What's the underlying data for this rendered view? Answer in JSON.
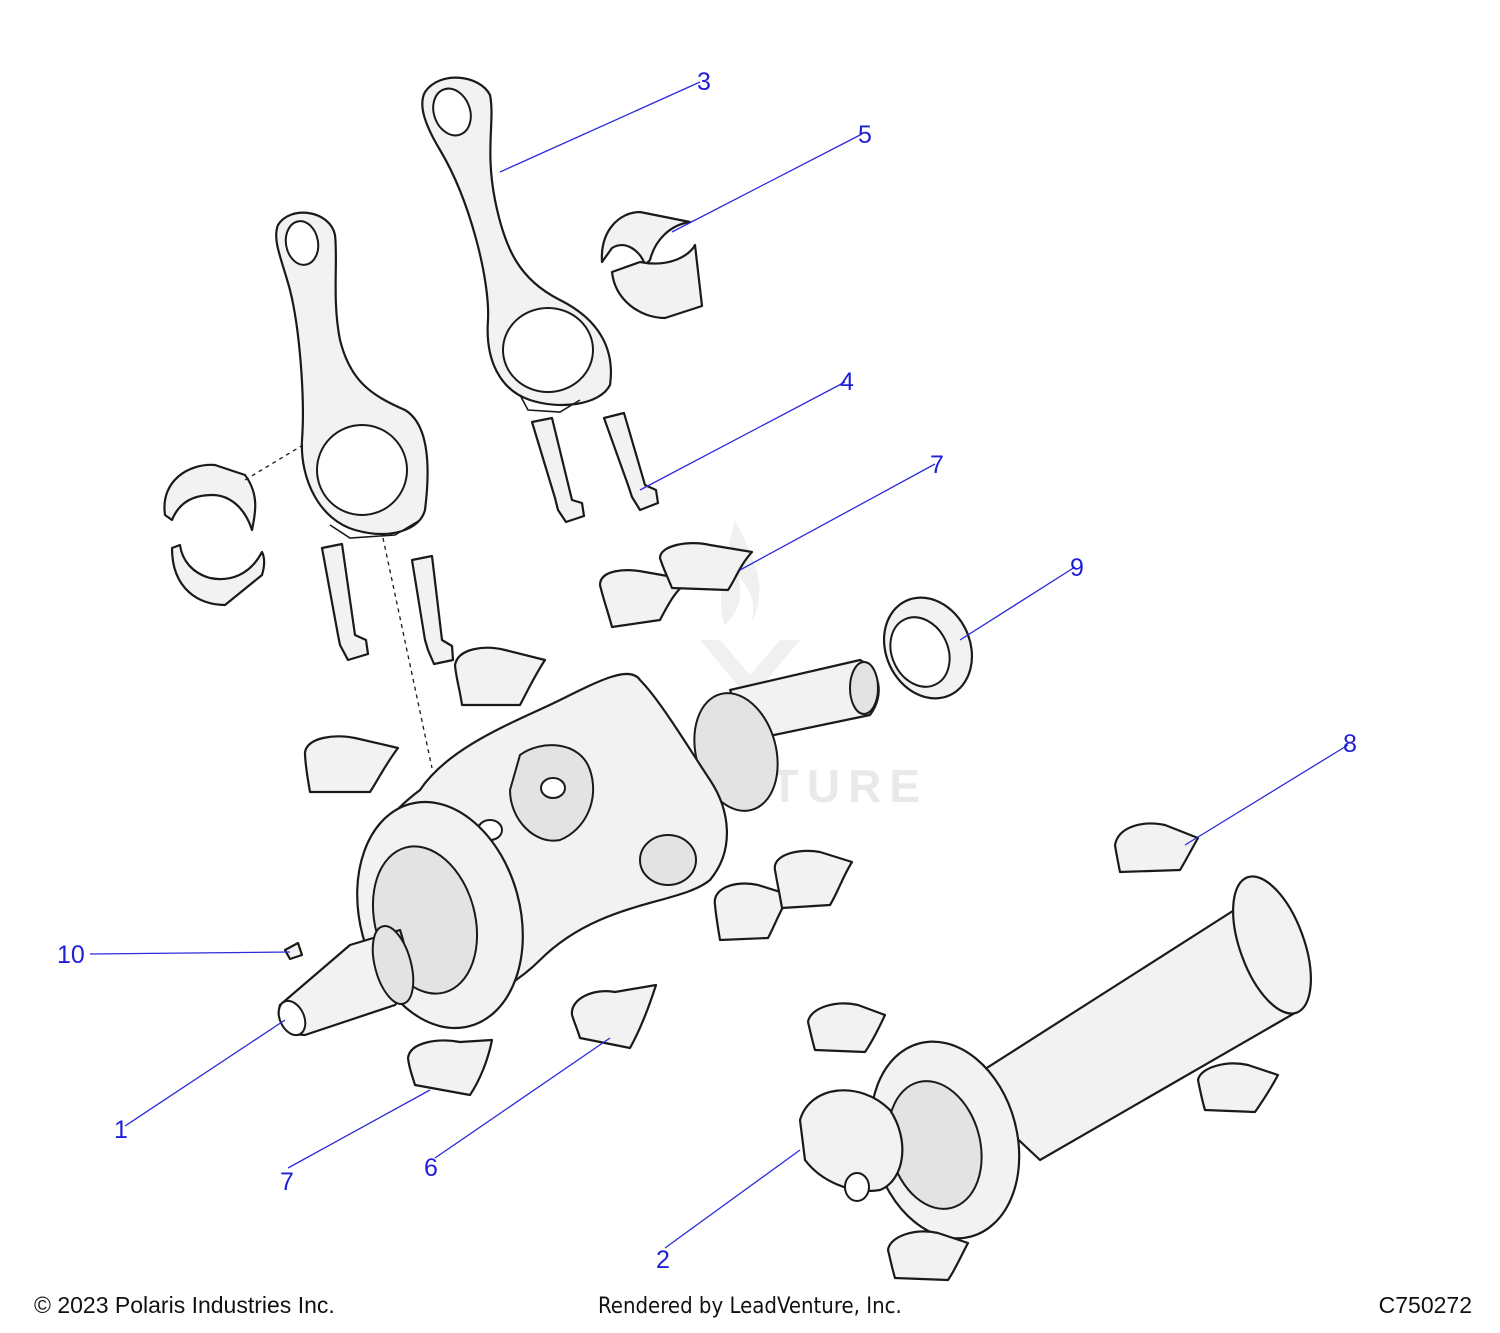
{
  "diagram": {
    "callouts": [
      {
        "id": "c3",
        "label": "3"
      },
      {
        "id": "c5",
        "label": "5"
      },
      {
        "id": "c4",
        "label": "4"
      },
      {
        "id": "c7a",
        "label": "7"
      },
      {
        "id": "c9",
        "label": "9"
      },
      {
        "id": "c8",
        "label": "8"
      },
      {
        "id": "c10",
        "label": "10"
      },
      {
        "id": "c1",
        "label": "1"
      },
      {
        "id": "c7b",
        "label": "7"
      },
      {
        "id": "c6",
        "label": "6"
      },
      {
        "id": "c2",
        "label": "2"
      }
    ],
    "watermark": "LEADVENTURE"
  },
  "footer": {
    "copyright": "© 2023 Polaris Industries Inc.",
    "rendered_by": "Rendered by LeadVenture, Inc.",
    "diagram_code": "C750272"
  }
}
